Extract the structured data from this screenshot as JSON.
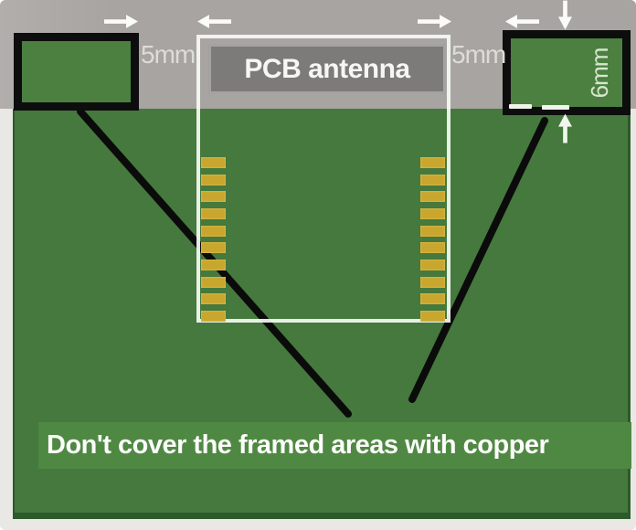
{
  "antenna": {
    "label": "PCB antenna"
  },
  "dimensions": {
    "left_gap": "5mm",
    "right_gap": "5mm",
    "keepout_height": "6mm"
  },
  "note": "Don't cover the framed areas with copper",
  "board": {
    "pad_count_per_column": 10,
    "pad_columns": 2
  },
  "icons": {
    "arrow_right": "→",
    "arrow_left": "←",
    "arrow_down": "↓",
    "arrow_up": "↑"
  },
  "colors": {
    "page_bg": "#e9e8e5",
    "gray_strip": "#a7a4a1",
    "board_green": "#45793d",
    "board_edge": "#2d5a2a",
    "box_green": "#4b8041",
    "band_green": "#4f8843",
    "pad_gold": "#c9a72f",
    "label_gray": "#7c7b79",
    "label_border": "#a4a3a1",
    "ink_black": "#0d0d0d",
    "dim_text": "#dedcd9",
    "mm6_text": "#d5e7cc",
    "white_text": "#fcfcfa"
  }
}
